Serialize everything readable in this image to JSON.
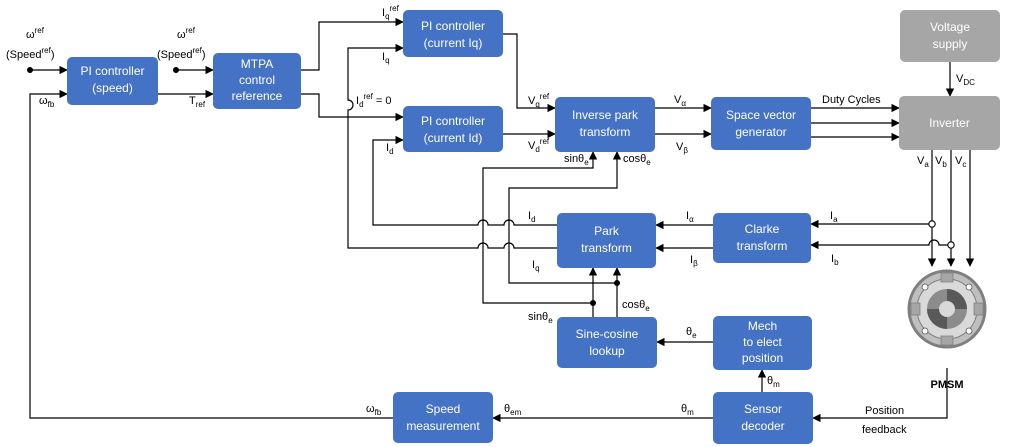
{
  "blocks": {
    "pi_speed": [
      "PI controller",
      "(speed)"
    ],
    "mtpa": [
      "MTPA",
      "control",
      "reference"
    ],
    "pi_iq": [
      "PI controller",
      "(current Iq)"
    ],
    "pi_id": [
      "PI controller",
      "(current Id)"
    ],
    "inv_park": [
      "Inverse park",
      "transform"
    ],
    "svg": [
      "Space vector",
      "generator"
    ],
    "voltage": [
      "Voltage",
      "supply"
    ],
    "inverter": [
      "Inverter"
    ],
    "park": [
      "Park",
      "transform"
    ],
    "clarke": [
      "Clarke",
      "transform"
    ],
    "sincos": [
      "Sine-cosine",
      "lookup"
    ],
    "mech": [
      "Mech",
      "to elect",
      "position"
    ],
    "speed_meas": [
      "Speed",
      "measurement"
    ],
    "sensor": [
      "Sensor",
      "decoder"
    ]
  },
  "labels": {
    "wref1": [
      "ω",
      "ref"
    ],
    "speedref1": [
      "(Speed",
      "ref",
      ")"
    ],
    "wref2": [
      "ω",
      "ref"
    ],
    "speedref2": [
      "(Speed",
      "ref",
      ")"
    ],
    "wfb_left": [
      "ω",
      "fb"
    ],
    "tref": [
      "T",
      "ref"
    ],
    "iq_ref": [
      "I",
      "q",
      "ref"
    ],
    "iq": [
      "I",
      "q"
    ],
    "id_ref": [
      "I",
      "d",
      "ref",
      " = 0"
    ],
    "id_fb": [
      "I",
      "d"
    ],
    "vq_ref": [
      "V",
      "q",
      "ref"
    ],
    "vd_ref": [
      "V",
      "d",
      "ref"
    ],
    "valpha": [
      "V",
      "α"
    ],
    "vbeta": [
      "V",
      "β"
    ],
    "duty": "Duty Cycles",
    "vdc": [
      "V",
      "DC"
    ],
    "va": [
      "V",
      "a"
    ],
    "vb": [
      "V",
      "b"
    ],
    "vc": [
      "V",
      "c"
    ],
    "sin_inv": [
      "sinθ",
      "e"
    ],
    "cos_inv": [
      "cosθ",
      "e"
    ],
    "id_park": [
      "I",
      "d"
    ],
    "iq_park": [
      "I",
      "q"
    ],
    "ialpha": [
      "I",
      "α"
    ],
    "ibeta": [
      "I",
      "β"
    ],
    "ia": [
      "I",
      "a"
    ],
    "ib": [
      "I",
      "b"
    ],
    "sin_park": [
      "sinθ",
      "e"
    ],
    "cos_park": [
      "cosθ",
      "e"
    ],
    "theta_e": [
      "θ",
      "e"
    ],
    "theta_m_up": [
      "θ",
      "m"
    ],
    "theta_em": [
      "θ",
      "em"
    ],
    "theta_m": [
      "θ",
      "m"
    ],
    "wfb_bottom": [
      "ω",
      "fb"
    ],
    "pos_fb": [
      "Position",
      "feedback"
    ],
    "pmsm": "PMSM"
  },
  "colors": {
    "block": "#4472c4",
    "block_grey": "#a6a6a6",
    "motor_ring": "#7f7f7f",
    "motor_body": "#bfbfbf"
  }
}
